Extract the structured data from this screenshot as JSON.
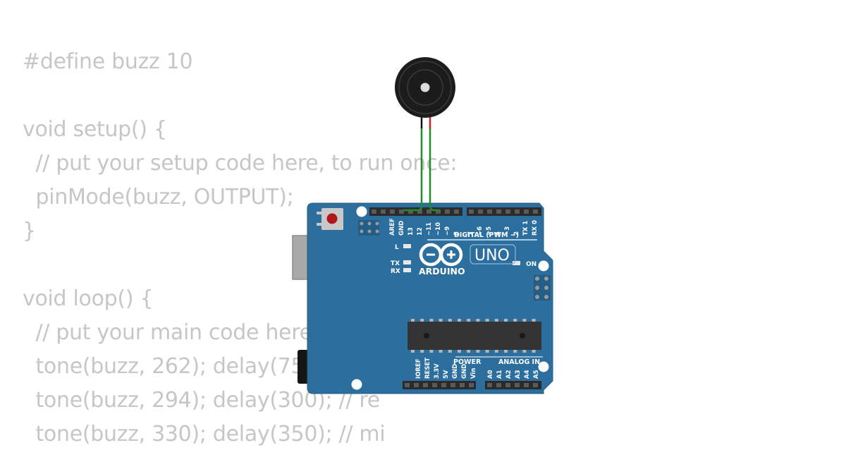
{
  "code": {
    "lines": [
      "#define buzz 10",
      "",
      "void setup() {",
      "  // put your setup code here, to run once:",
      "  pinMode(buzz, OUTPUT);",
      "}",
      "",
      "void loop() {",
      "  // put your main code here, to run repeatedly:",
      "  tone(buzz, 262); delay(750); // do",
      "  tone(buzz, 294); delay(300); // re",
      "  tone(buzz, 330); delay(350); // mi"
    ]
  },
  "board": {
    "digital_pins": [
      "AREF",
      "GND",
      "13",
      "12",
      "~11",
      "~10",
      "~9",
      "8",
      "7",
      "~6",
      "~5",
      "4",
      "~3",
      "2",
      "TX 1",
      "RX 0"
    ],
    "digital_header": "DIGITAL (PWM ~)",
    "led_l": "L",
    "led_tx": "TX",
    "led_rx": "RX",
    "led_on": "ON",
    "brand": "ARDUINO",
    "model": "UNO",
    "power_header": "POWER",
    "analog_header": "ANALOG IN",
    "power_pins": [
      "IOREF",
      "RESET",
      "3.3V",
      "5V",
      "GND",
      "GND",
      "Vin"
    ],
    "analog_pins": [
      "A0",
      "A1",
      "A2",
      "A3",
      "A4",
      "A5"
    ]
  },
  "colors": {
    "board": "#2c6f9e",
    "wire": "#1e8f26",
    "code_text": "#c6c6c6"
  }
}
